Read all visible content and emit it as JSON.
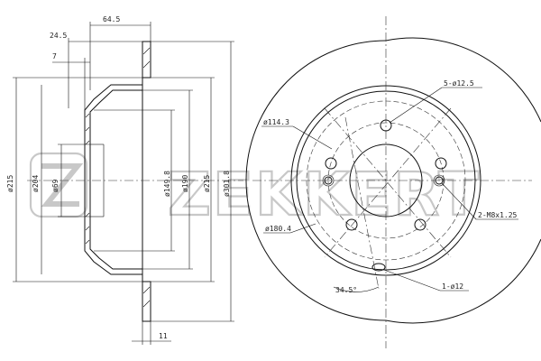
{
  "watermark": {
    "brand": "ZEKKERT"
  },
  "side_view": {
    "dims": {
      "top_width": "64.5",
      "offset": "24.5",
      "hub_thickness": "7",
      "d_outer": "ø215",
      "d_204": "ø204",
      "d_69": "ø69",
      "d_149_8": "ø149.8",
      "d_190": "ø190",
      "d_215_inner": "ø215",
      "d_301_8": "ø301.8",
      "disc_thickness": "11"
    }
  },
  "front_view": {
    "labels": {
      "bolt_holes": "5-ø12.5",
      "pcd": "ø114.3",
      "threaded": "2-M8x1.25",
      "inner_ring": "ø180.4",
      "angle": "34.5°",
      "locator": "1-ø12"
    }
  }
}
